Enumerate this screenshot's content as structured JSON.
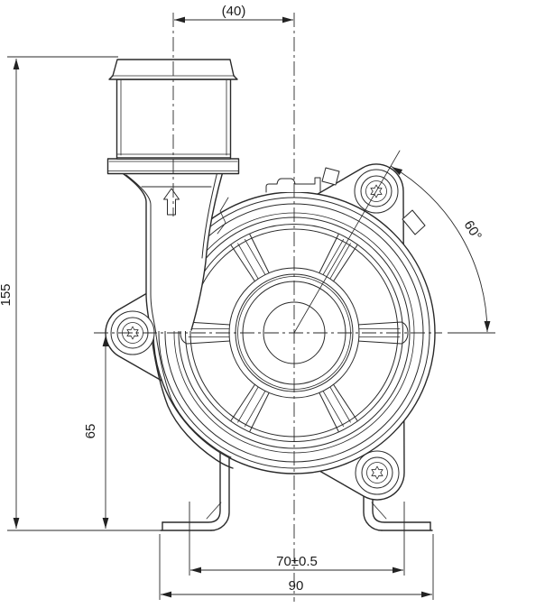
{
  "drawing": {
    "background": "#ffffff",
    "line_color": "#2a2a2a",
    "labels": {
      "top_width": "(40)",
      "overall_height": "155",
      "axis_height": "65",
      "ear_angle": "60°",
      "foot_spacing": "70±0.5",
      "base_width": "90"
    }
  }
}
